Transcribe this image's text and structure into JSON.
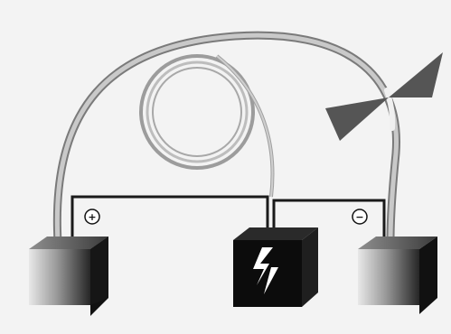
{
  "diagram": {
    "type": "fiber-optic-electrode-setup",
    "labels": {
      "positive_terminal": "+",
      "negative_terminal": "−"
    },
    "components": [
      {
        "id": "left-block",
        "kind": "cube",
        "face_gradient": [
          "#e6e6e6",
          "#2c2c2c"
        ]
      },
      {
        "id": "power-source",
        "kind": "cube",
        "face_color": "#0c0c0c",
        "symbol": "lightning-bolt"
      },
      {
        "id": "right-block",
        "kind": "cube",
        "face_gradient": [
          "#e6e6e6",
          "#2c2c2c"
        ]
      },
      {
        "id": "fiber-loop",
        "kind": "coiled-tube"
      },
      {
        "id": "arc-indicators",
        "kind": "bowtie-triangles"
      }
    ],
    "colors": {
      "background": "#f3f3f3",
      "wire": "#1a1a1a",
      "tube": "#b9b9b9",
      "triangle": "#555555",
      "power_face": "#0c0c0c",
      "bolt": "#ffffff"
    }
  }
}
